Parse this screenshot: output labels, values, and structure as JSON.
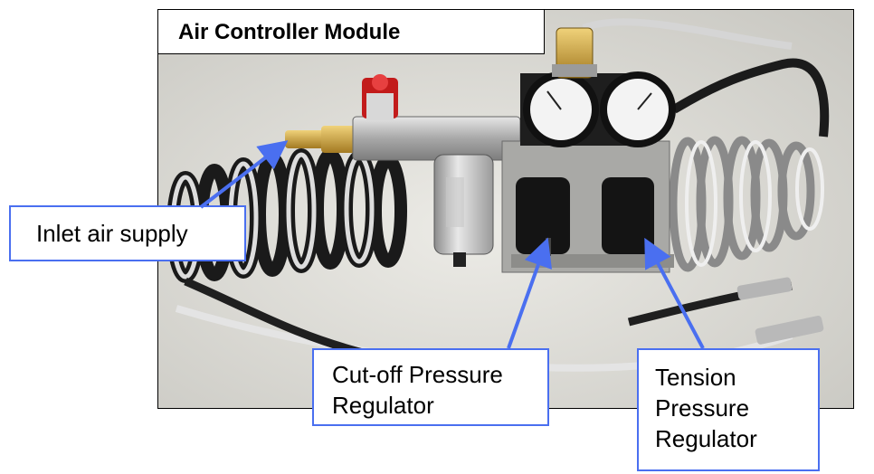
{
  "title": "Air Controller Module",
  "callouts": {
    "inlet": "Inlet air supply",
    "cutoff": [
      "Cut-off Pressure",
      "Regulator"
    ],
    "tension": [
      "Tension",
      "Pressure",
      "Regulator"
    ]
  },
  "colors": {
    "callout_border": "#4a6ff0",
    "arrow": "#4a6ff0",
    "photo_background": "#d9d9d4"
  }
}
